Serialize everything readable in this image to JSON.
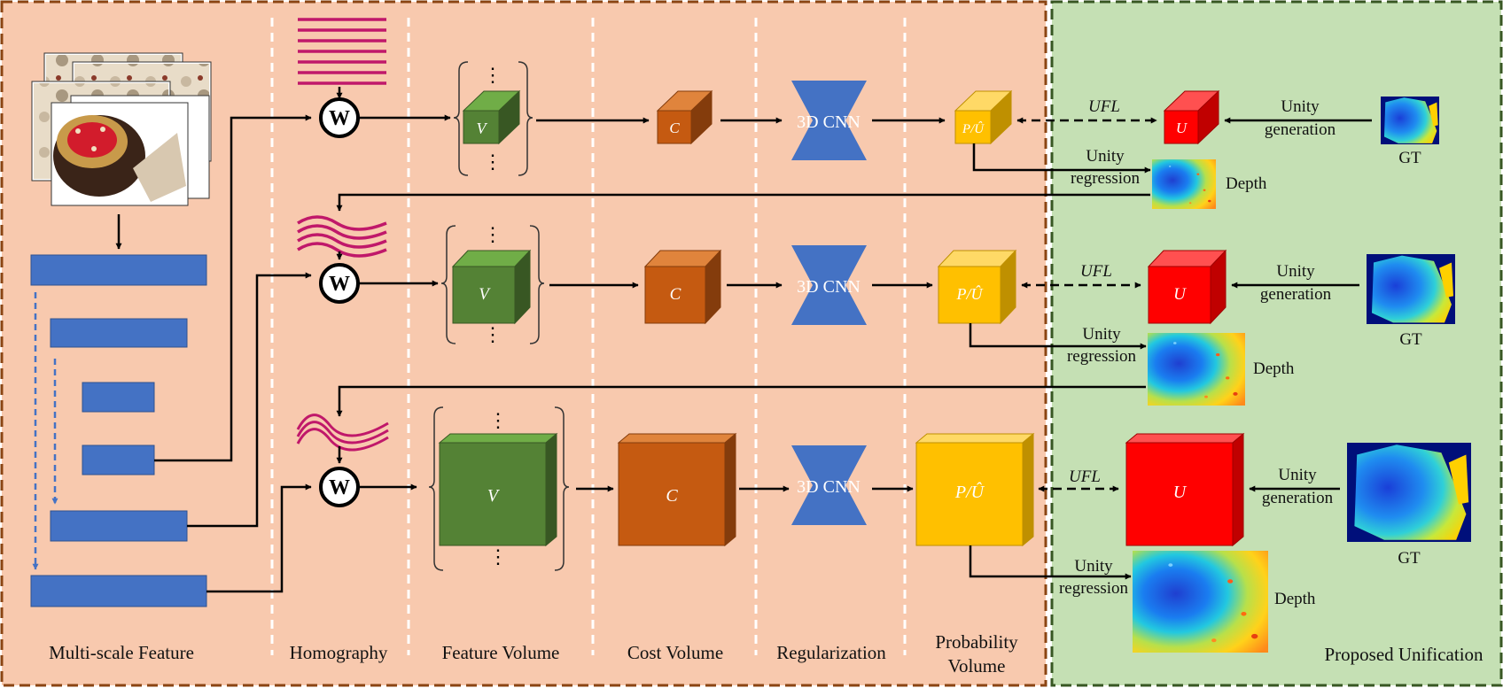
{
  "sections": {
    "multiscale": "Multi-scale Feature",
    "homography": "Homography",
    "feature_volume": "Feature Volume",
    "cost_volume": "Cost Volume",
    "regularization": "Regularization",
    "probability_line1": "Probability",
    "probability_line2": "Volume",
    "unification": "Proposed Unification"
  },
  "blocks": {
    "warp_symbol": "W",
    "feature_label": "V",
    "cost_label": "C",
    "cnn_label": "3D CNN",
    "prob_label": "P/Û",
    "unity_label": "U",
    "vdots": "⋮"
  },
  "arrows": {
    "ufl": "UFL",
    "unity_gen_line1": "Unity",
    "unity_gen_line2": "generation",
    "unity_reg_line1": "Unity",
    "unity_reg_line2": "regression"
  },
  "outputs": {
    "gt": "GT",
    "depth": "Depth"
  },
  "colors": {
    "left_panel_bg": "#f8c9ae",
    "right_panel_bg": "#c5e0b4",
    "left_border": "#8b4513",
    "right_border": "#385723",
    "feature_bar": "#4472c4",
    "feature_volume": "#548235",
    "cost_volume": "#c55a11",
    "cnn": "#4472c4",
    "probability_volume": "#ffc000",
    "unity_volume": "#ff0000",
    "wave": "#c0186a"
  }
}
